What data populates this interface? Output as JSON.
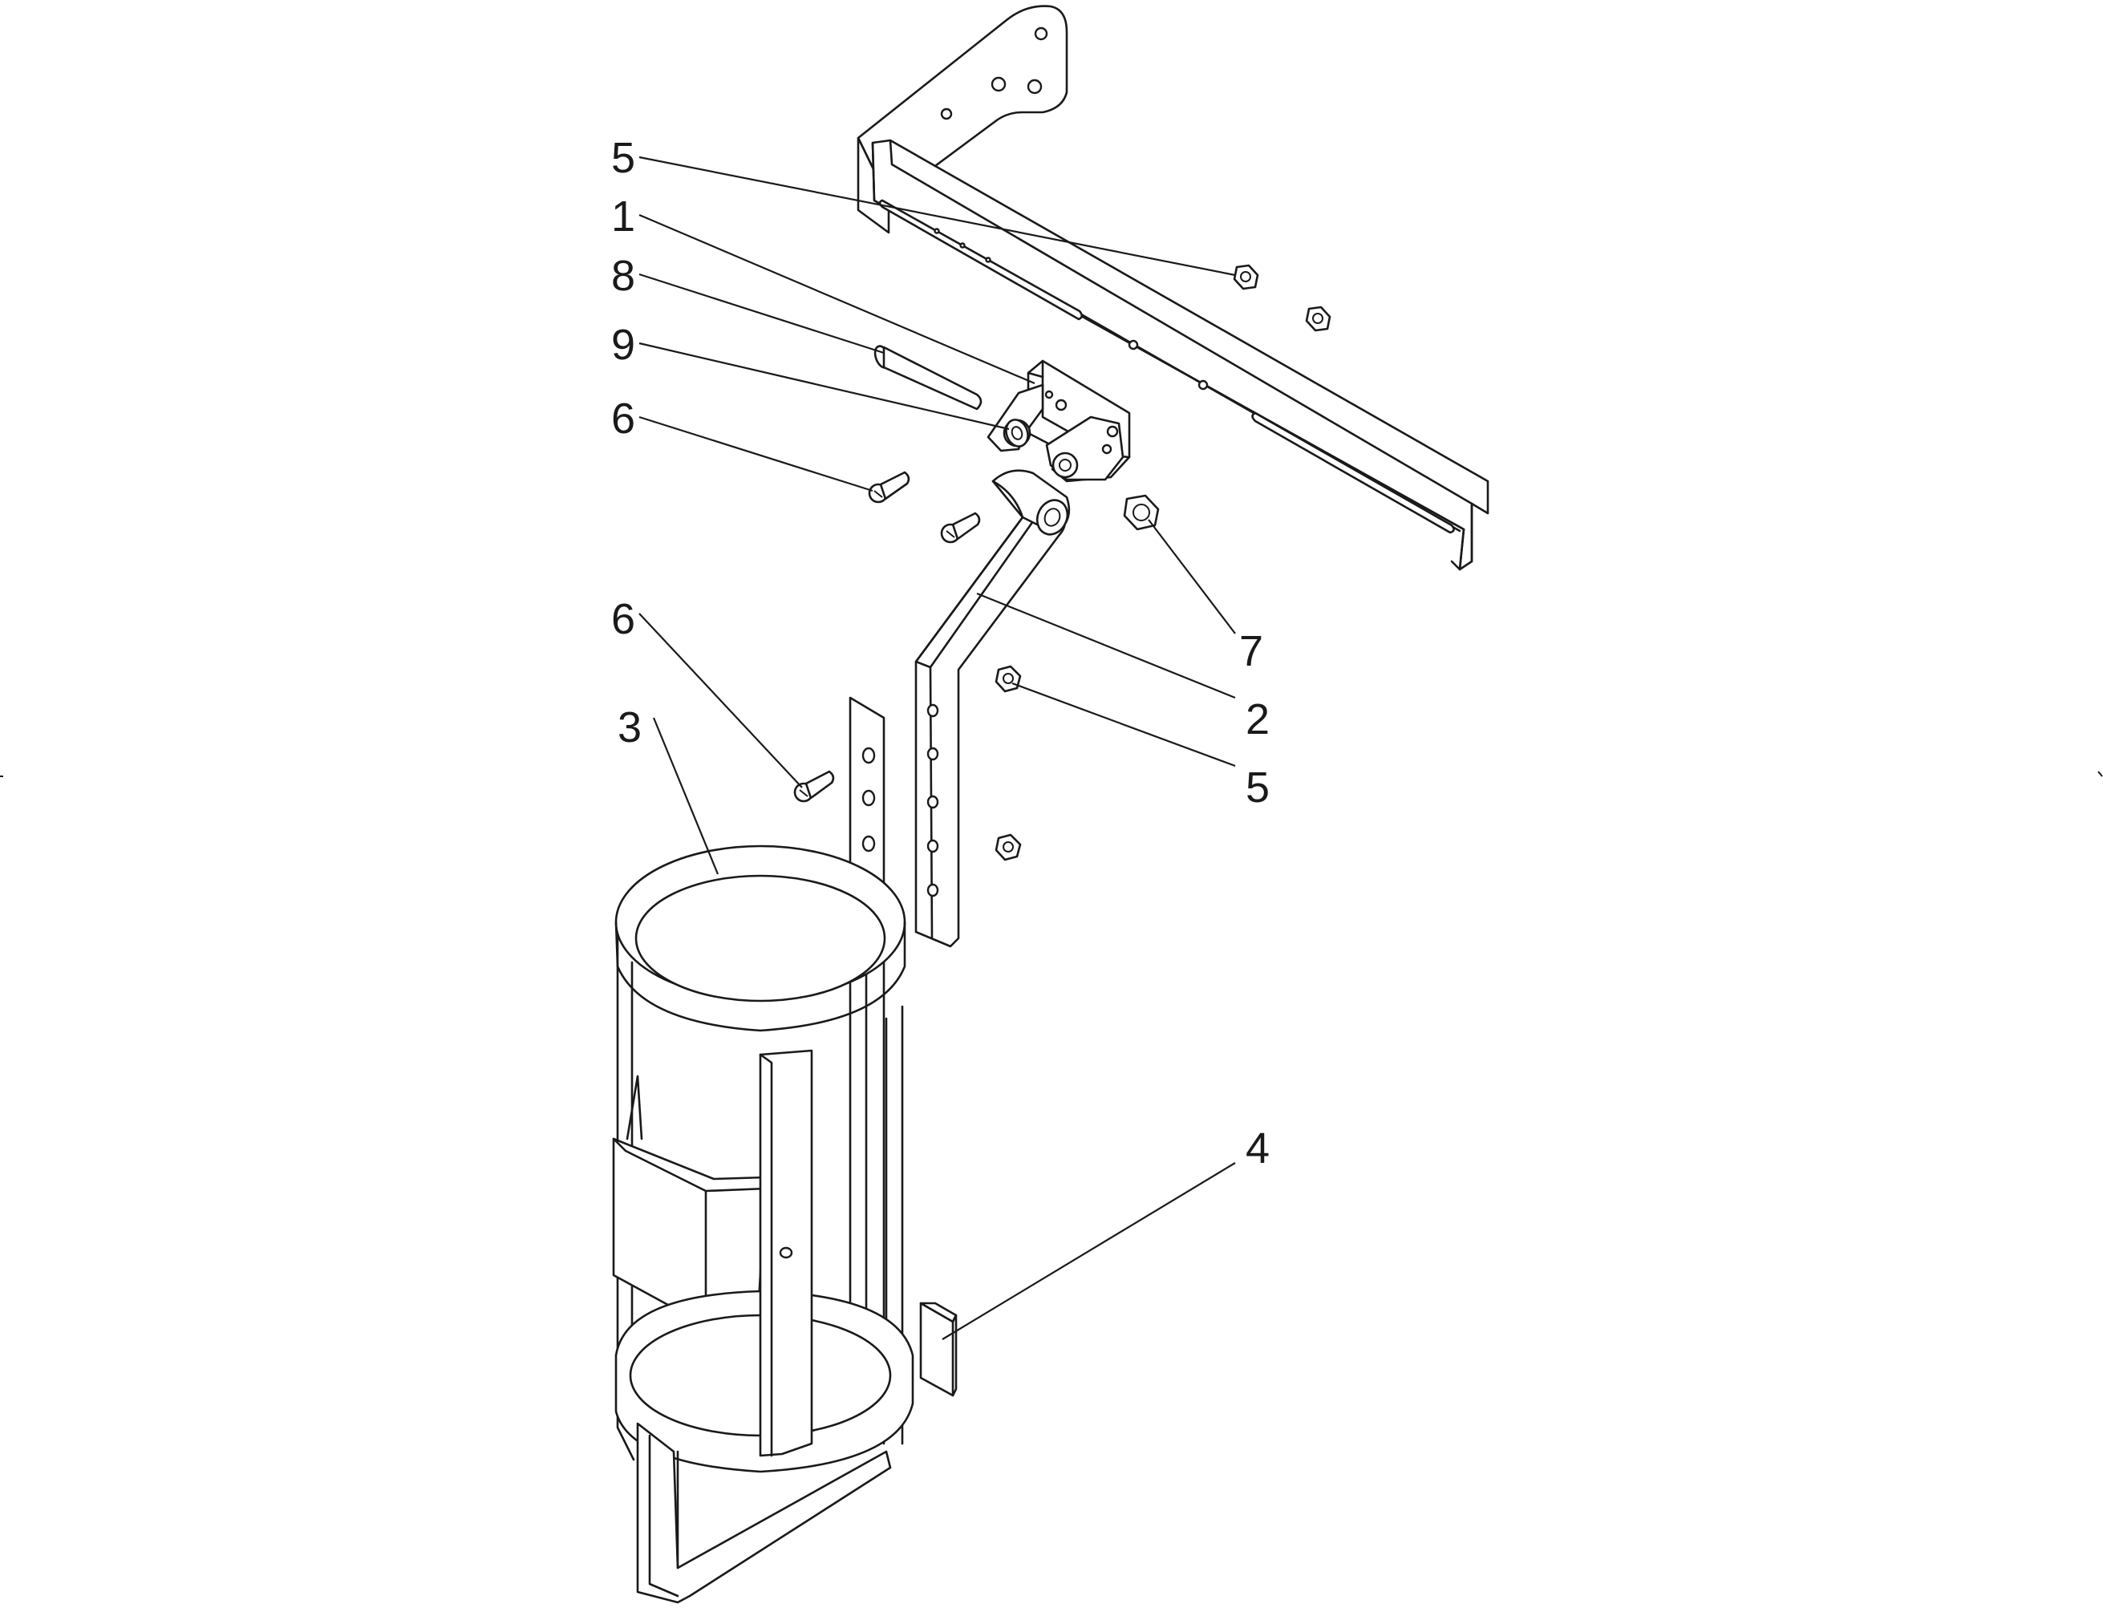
{
  "diagram": {
    "callouts": [
      {
        "id": "c5a",
        "label": "5"
      },
      {
        "id": "c1",
        "label": "1"
      },
      {
        "id": "c8",
        "label": "8"
      },
      {
        "id": "c9",
        "label": "9"
      },
      {
        "id": "c6a",
        "label": "6"
      },
      {
        "id": "c6b",
        "label": "6"
      },
      {
        "id": "c3",
        "label": "3"
      },
      {
        "id": "c7",
        "label": "7"
      },
      {
        "id": "c2",
        "label": "2"
      },
      {
        "id": "c5b",
        "label": "5"
      },
      {
        "id": "c4",
        "label": "4"
      }
    ]
  }
}
